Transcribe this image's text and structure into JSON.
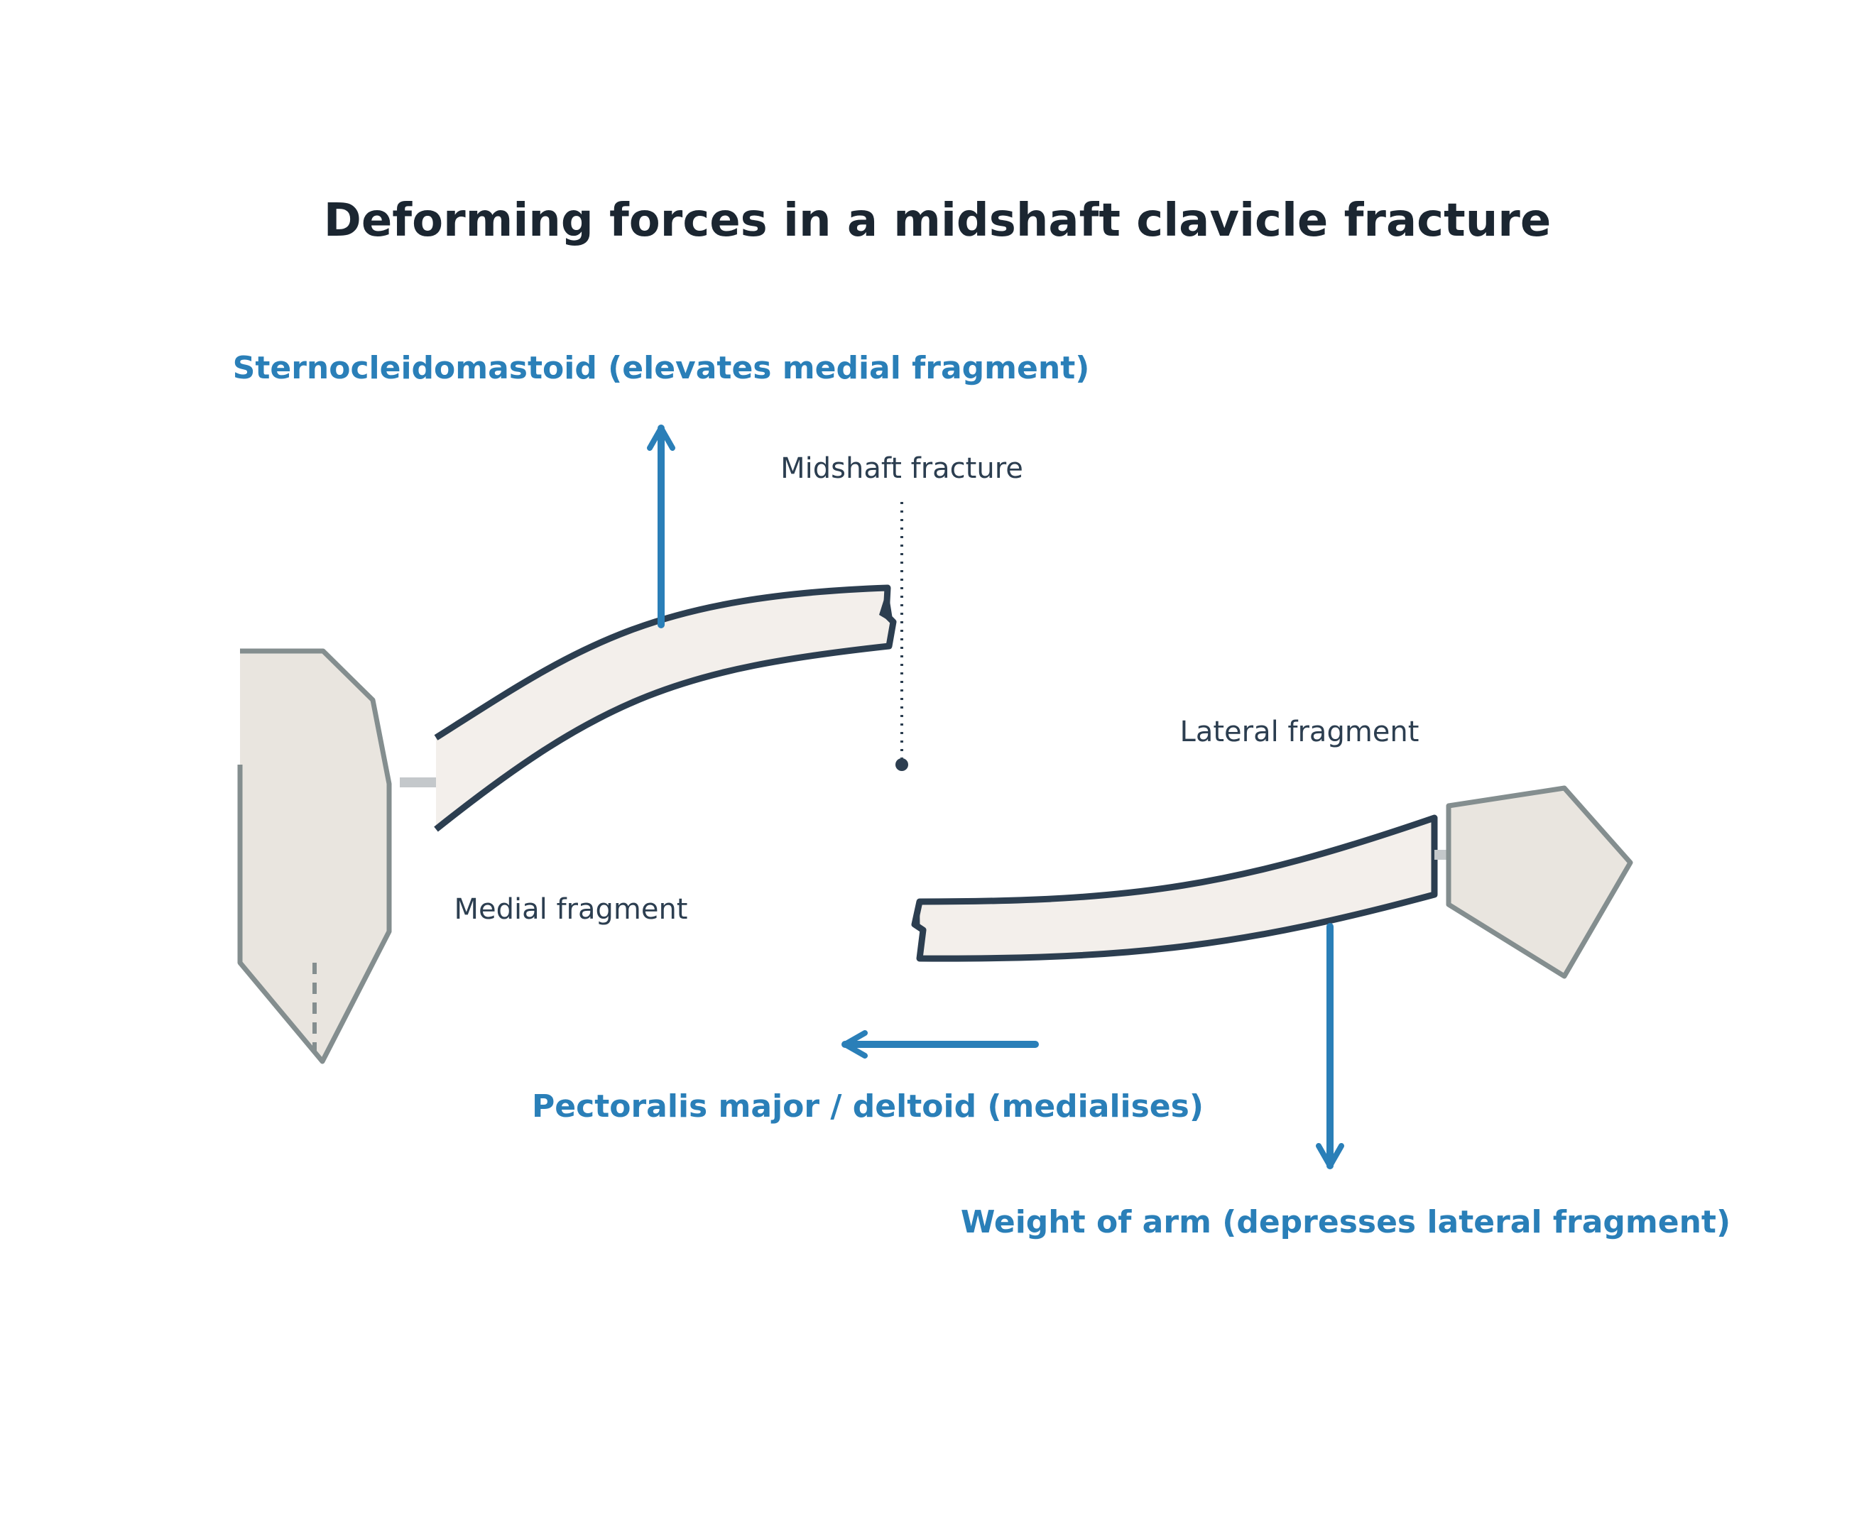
{
  "title": "Deforming forces in a midshaft clavicle fracture",
  "labels": {
    "fracture_site": "Midshaft fracture",
    "lateral_fragment": "Lateral fragment",
    "medial_fragment": "Medial fragment"
  },
  "forces": {
    "sternocleidomastoid": "Sternocleidomastoid (elevates medial fragment)",
    "pectoralis_deltoid": "Pectoralis major / deltoid (medialises)",
    "arm_weight": "Weight of arm (depresses lateral fragment)"
  },
  "colors": {
    "title": "#1b2631",
    "label_text": "#2c3e50",
    "force": "#2a7fb8",
    "bone_fill": "#f3efeb",
    "bone_outline": "#2c3e50",
    "joint_fill": "#e9e5df",
    "joint_outline": "#848e8f",
    "ligament": "#c4c8cb"
  },
  "icons": {
    "force_arrow": "arrow-icon",
    "fracture_marker": "dotted-line-marker"
  }
}
